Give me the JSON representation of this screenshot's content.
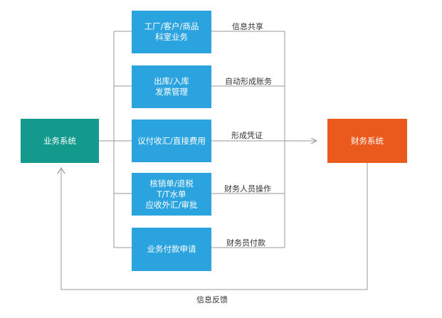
{
  "left_system": {
    "label": "业务系统",
    "color": "#139a8c"
  },
  "right_system": {
    "label": "财务系统",
    "color": "#ea5a1c"
  },
  "process_color": "#2aa3df",
  "process_boxes": [
    {
      "lines": [
        "工厂/客户/商品",
        "科室业务"
      ],
      "output": "信息共享"
    },
    {
      "lines": [
        "出库/入库",
        "发票管理"
      ],
      "output": "自动形成账务"
    },
    {
      "lines": [
        "议付收汇/直接费用"
      ],
      "output": "形成凭证"
    },
    {
      "lines": [
        "核销单/退税",
        "T/T水单",
        "应收外汇/审批"
      ],
      "output": "财务人员操作"
    },
    {
      "lines": [
        "业务付款申请"
      ],
      "output": "财务员付款"
    }
  ],
  "feedback_label": "信息反馈"
}
